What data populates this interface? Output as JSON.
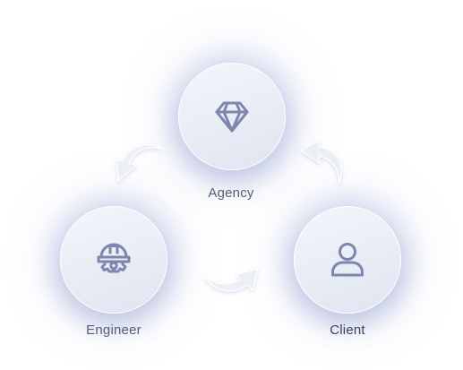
{
  "nodes": {
    "agency": {
      "label": "Agency",
      "icon": "diamond-icon"
    },
    "engineer": {
      "label": "Engineer",
      "icon": "hard-hat-gear-icon"
    },
    "client": {
      "label": "Client",
      "icon": "user-icon"
    }
  },
  "arrows": [
    {
      "from": "agency",
      "to": "engineer",
      "icon": "curved-arrow-icon"
    },
    {
      "from": "client",
      "to": "agency",
      "icon": "curved-arrow-icon"
    },
    {
      "from": "engineer",
      "to": "client",
      "icon": "curved-arrow-icon"
    }
  ],
  "colors": {
    "icon_stroke": "#7d87ad",
    "label_text": "#555c78",
    "label_text_dark": "#3b4260",
    "arrow_fill": "#e9ecf3",
    "glow": "#c9d0ea"
  }
}
